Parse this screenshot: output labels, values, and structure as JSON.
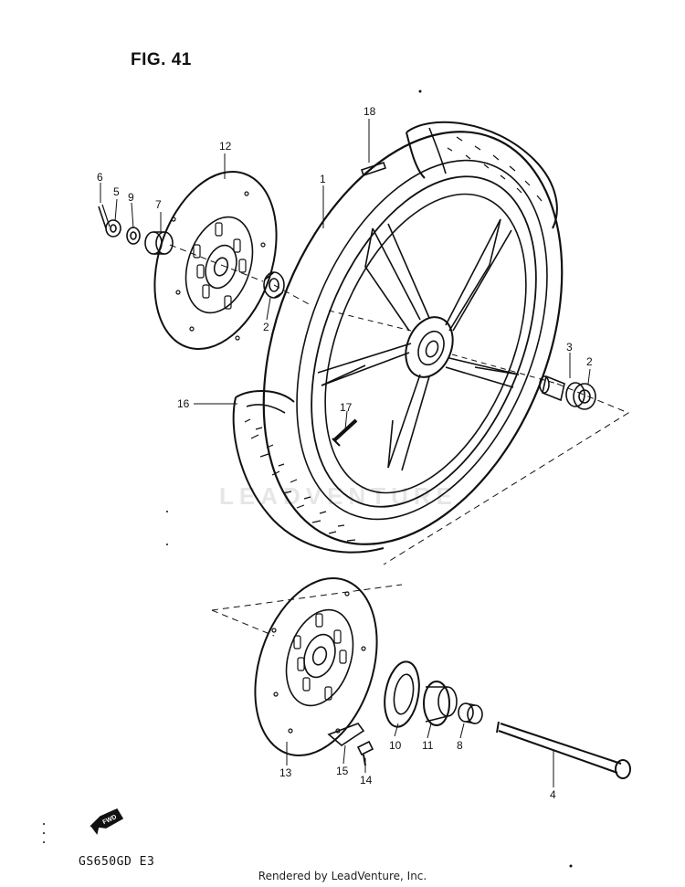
{
  "figure_title": "FIG. 41",
  "model_code": "GS650GD  E3",
  "footer_text": "Rendered by LeadVenture, Inc.",
  "watermark_text": "LEADVENTURE",
  "fwd_label": "FWD",
  "line_color": "#111111",
  "callouts": {
    "c1": "1",
    "c2a": "2",
    "c2b": "2",
    "c3": "3",
    "c4": "4",
    "c5": "5",
    "c6": "6",
    "c7": "7",
    "c8": "8",
    "c9": "9",
    "c10": "10",
    "c11": "11",
    "c12": "12",
    "c13": "13",
    "c14": "14",
    "c15": "15",
    "c16": "16",
    "c17": "17",
    "c18": "18"
  }
}
